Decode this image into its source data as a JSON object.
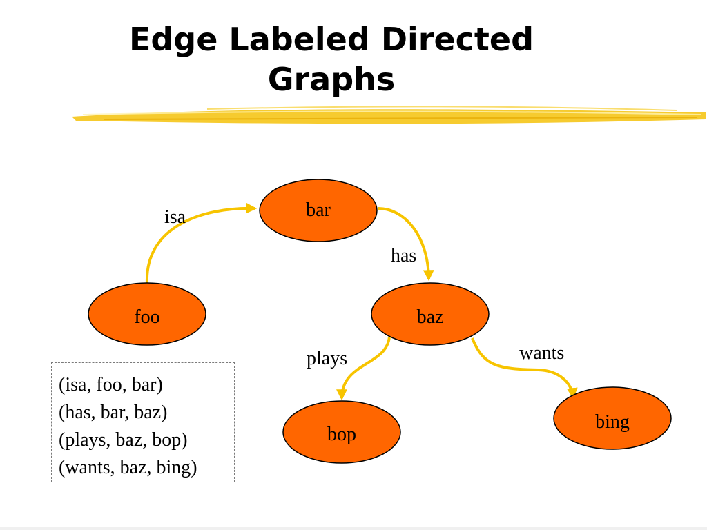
{
  "title": {
    "line1": "Edge Labeled Directed",
    "line2": "Graphs"
  },
  "colors": {
    "node_fill": "#ff6600",
    "edge": "#f7c400",
    "accent_brush": "#f5c518"
  },
  "graph": {
    "nodes": {
      "bar": "bar",
      "foo": "foo",
      "baz": "baz",
      "bop": "bop",
      "bing": "bing"
    },
    "edges": {
      "isa": "isa",
      "has": "has",
      "plays": "plays",
      "wants": "wants"
    }
  },
  "triples": [
    "(isa, foo, bar)",
    "(has, bar, baz)",
    "(plays, baz, bop)",
    "(wants, baz, bing)"
  ]
}
